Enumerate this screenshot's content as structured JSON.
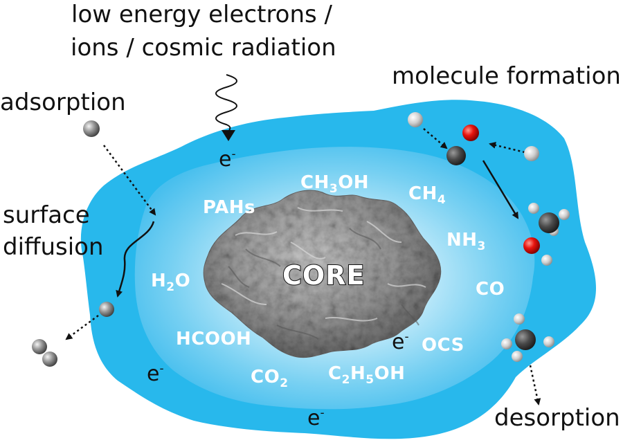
{
  "labels": {
    "radiation_line1": "low energy electrons /",
    "radiation_line2": "ions / cosmic radiation",
    "molecule_formation": "molecule formation",
    "adsorption": "adsorption",
    "surface_line1": "surface",
    "surface_line2": "diffusion",
    "desorption": "desorption",
    "core": "CORE"
  },
  "electron": {
    "base": "e",
    "sup": "-"
  },
  "molecules": {
    "ch3oh": {
      "a": "CH",
      "s1": "3",
      "b": "OH"
    },
    "pahs": "PAHs",
    "ch4": {
      "a": "CH",
      "s1": "4"
    },
    "nh3": {
      "a": "NH",
      "s1": "3"
    },
    "h2o": {
      "a": "H",
      "s1": "2",
      "b": "O"
    },
    "co": "CO",
    "hcooh": "HCOOH",
    "ocs": "OCS",
    "co2": {
      "a": "CO",
      "s1": "2"
    },
    "c2h5oh": {
      "a": "C",
      "s1": "2",
      "b": "H",
      "s2": "5",
      "c": "OH"
    }
  },
  "colors": {
    "outer_ice": "#28b8ec",
    "inner_ice_center": "#f2faff",
    "inner_ice_edge": "#4fc3ee",
    "core_gray": "#8c8c8c",
    "atom_gray": "#8a8a8a",
    "atom_dark": "#454545",
    "atom_red": "#e8140e",
    "atom_white": "#e8e8e8"
  }
}
